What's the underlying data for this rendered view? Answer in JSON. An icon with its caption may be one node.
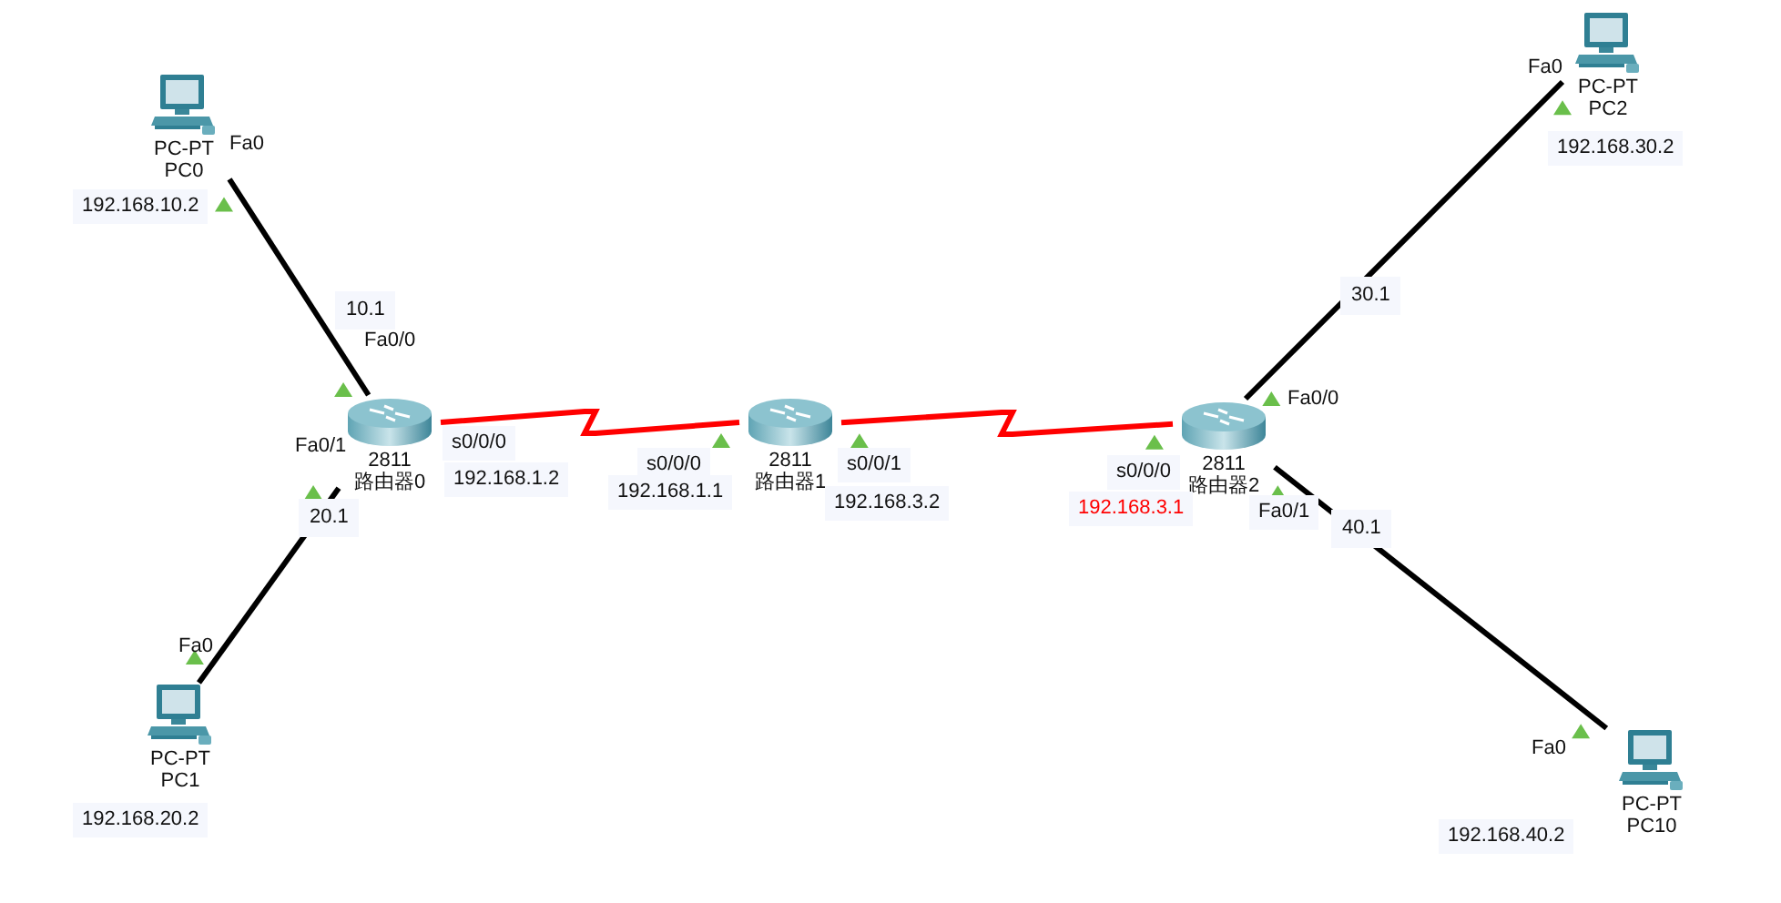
{
  "diagram": {
    "nodes": [
      {
        "text": [
          "2811",
          "路由器0"
        ]
      },
      {
        "text": [
          "2811",
          "路由器1"
        ]
      },
      {
        "text": [
          "2811",
          "路由器2"
        ]
      },
      {
        "text": [
          "PC-PT",
          "PC0"
        ]
      },
      {
        "text": [
          "PC-PT",
          "PC1"
        ]
      },
      {
        "text": [
          "PC-PT",
          "PC2"
        ]
      },
      {
        "text": [
          "PC-PT",
          "PC10"
        ]
      }
    ],
    "edges": [
      {
        "from": 3,
        "to": 0,
        "arrow": "none",
        "label": "10.1"
      },
      {
        "from": 0,
        "to": 4,
        "arrow": "none",
        "label": "20.1"
      },
      {
        "from": 0,
        "to": 1,
        "arrow": "none",
        "color": "#ff0000"
      },
      {
        "from": 1,
        "to": 2,
        "arrow": "none",
        "color": "#ff0000"
      },
      {
        "from": 2,
        "to": 5,
        "arrow": "none",
        "label": "30.1"
      },
      {
        "from": 2,
        "to": 6,
        "arrow": "none",
        "label": "40.1"
      }
    ],
    "labels": [
      "Fa0",
      "192.168.10.2",
      "Fa0/0",
      "Fa0/1",
      "s0/0/0",
      "192.168.1.2",
      "s0/0/0",
      "192.168.1.1",
      "s0/0/1",
      "192.168.3.2",
      "Fa0",
      "192.168.20.2",
      "Fa0",
      "192.168.30.2",
      "Fa0/0",
      "s0/0/0",
      "192.168.3.1",
      "Fa0/1",
      "Fa0",
      "192.168.40.2"
    ]
  }
}
